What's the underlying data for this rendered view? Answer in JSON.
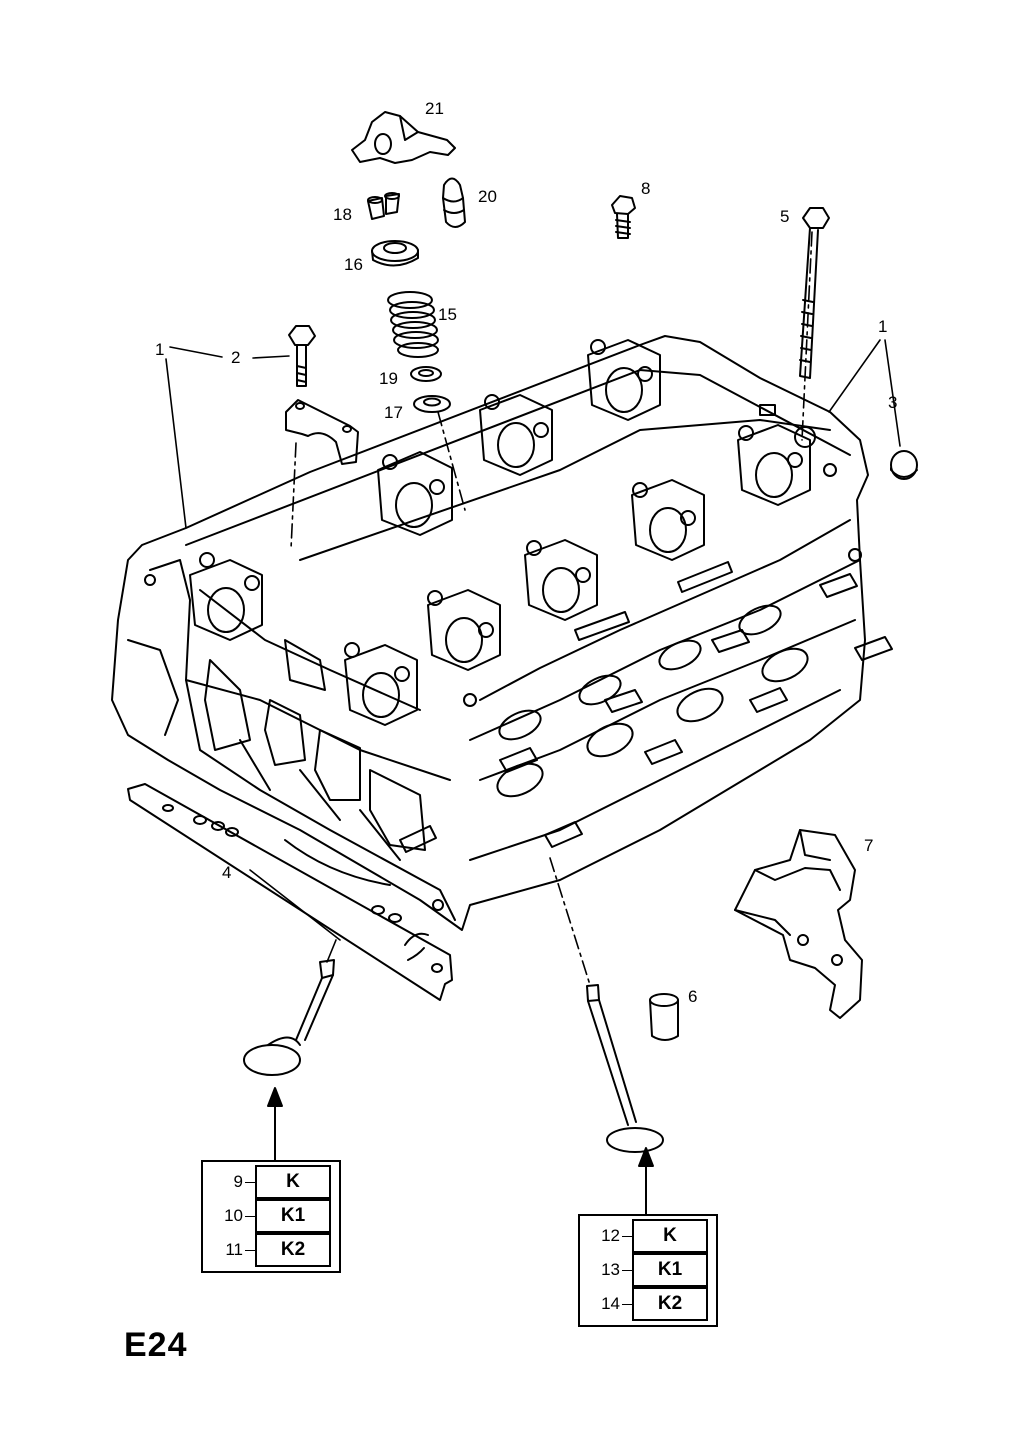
{
  "page_code": "E24",
  "part_labels": [
    {
      "id": "21",
      "text": "21"
    },
    {
      "id": "20",
      "text": "20"
    },
    {
      "id": "18",
      "text": "18"
    },
    {
      "id": "8",
      "text": "8"
    },
    {
      "id": "5",
      "text": "5"
    },
    {
      "id": "16",
      "text": "16"
    },
    {
      "id": "15",
      "text": "15"
    },
    {
      "id": "1a",
      "text": "1"
    },
    {
      "id": "2",
      "text": "2"
    },
    {
      "id": "1b",
      "text": "1"
    },
    {
      "id": "3",
      "text": "3"
    },
    {
      "id": "19",
      "text": "19"
    },
    {
      "id": "17",
      "text": "17"
    },
    {
      "id": "7",
      "text": "7"
    },
    {
      "id": "4",
      "text": "4"
    },
    {
      "id": "6",
      "text": "6"
    }
  ],
  "intake_valve_variants": [
    {
      "number": "9",
      "code": "K"
    },
    {
      "number": "10",
      "code": "K1"
    },
    {
      "number": "11",
      "code": "K2"
    }
  ],
  "exhaust_valve_variants": [
    {
      "number": "12",
      "code": "K"
    },
    {
      "number": "13",
      "code": "K1"
    },
    {
      "number": "14",
      "code": "K2"
    }
  ]
}
